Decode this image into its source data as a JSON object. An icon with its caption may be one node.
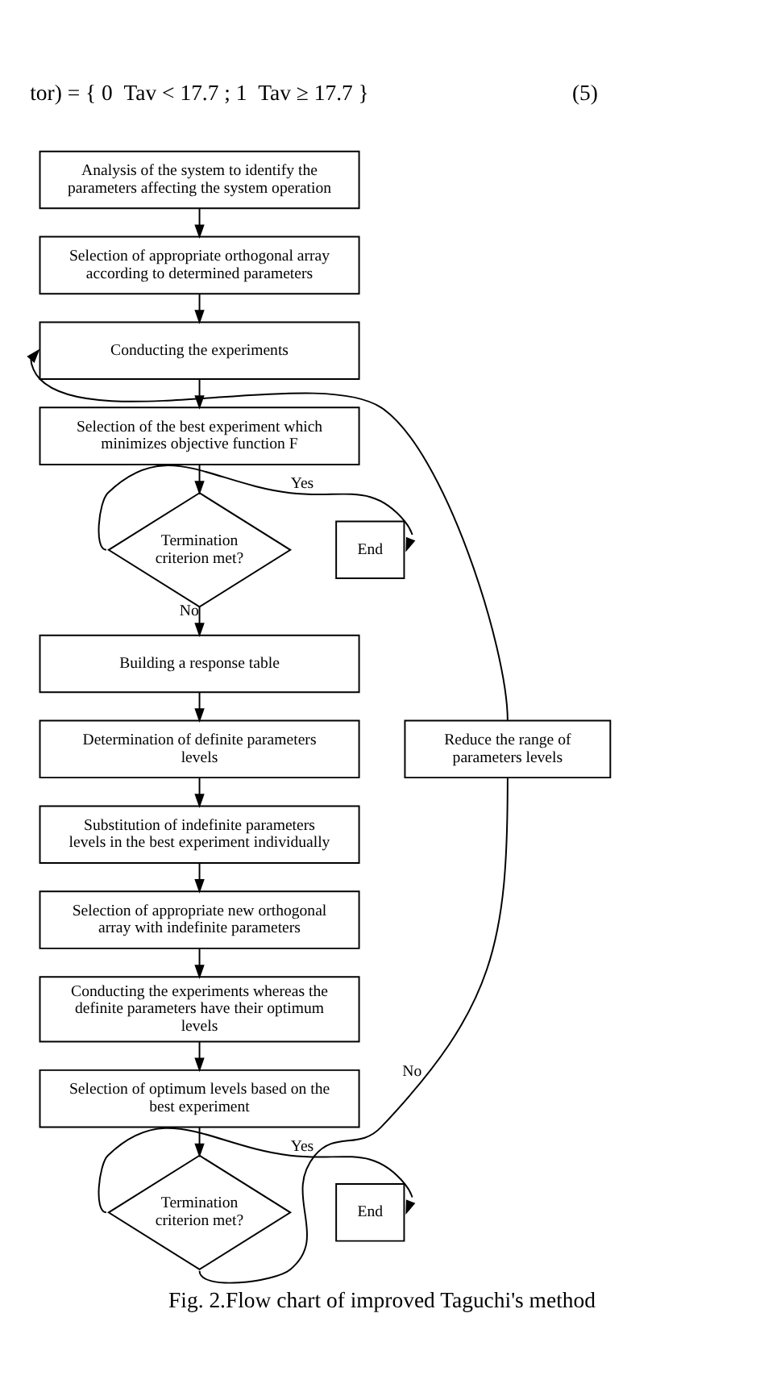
{
  "diagram": {
    "caption": "Fig. 2.Flow chart of improved Taguchi's method",
    "nodes": [
      {
        "text": [
          "Analysis of the system to identify the parameters affecting the system operation"
        ]
      },
      {
        "text": [
          "Selection of appropriate orthogonal array according to determined parameters"
        ]
      },
      {
        "text": [
          "Conducting the experiments"
        ]
      },
      {
        "text": [
          "Selection of the best experiment which minimizes objective function F"
        ]
      },
      {
        "text": [
          "Termination criterion met?"
        ]
      },
      {
        "text": [
          "End"
        ]
      },
      {
        "text": [
          "Building a response table"
        ]
      },
      {
        "text": [
          "Determination of definite parameters levels"
        ]
      },
      {
        "text": [
          "Substitution of indefinite parameters levels in the best experiment individually"
        ]
      },
      {
        "text": [
          "Selection of appropriate new orthogonal array with indefinite parameters"
        ]
      },
      {
        "text": [
          "Conducting the experiments whereas the definite parameters have their optimum levels"
        ]
      },
      {
        "text": [
          "Selection of optimum levels based on the best experiment"
        ]
      },
      {
        "text": [
          "Termination criterion met?"
        ]
      },
      {
        "text": [
          "End"
        ]
      },
      {
        "text": [
          "Reduce the range of parameters levels"
        ]
      }
    ],
    "edges": [
      {
        "from": 0,
        "to": 1,
        "arrow": "to"
      },
      {
        "from": 1,
        "to": 2,
        "arrow": "to"
      },
      {
        "from": 2,
        "to": 3,
        "arrow": "to"
      },
      {
        "from": 3,
        "to": 4,
        "arrow": "to"
      },
      {
        "from": 4,
        "to": 5,
        "label": "Yes",
        "arrow": "to"
      },
      {
        "from": 4,
        "to": 6,
        "label": "No",
        "arrow": "to"
      },
      {
        "from": 6,
        "to": 7,
        "arrow": "to"
      },
      {
        "from": 7,
        "to": 8,
        "arrow": "to"
      },
      {
        "from": 8,
        "to": 9,
        "arrow": "to"
      },
      {
        "from": 9,
        "to": 10,
        "arrow": "to"
      },
      {
        "from": 10,
        "to": 11,
        "arrow": "to"
      },
      {
        "from": 11,
        "to": 12,
        "arrow": "to"
      },
      {
        "from": 12,
        "to": 13,
        "label": "Yes",
        "arrow": "to"
      },
      {
        "from": 12,
        "to": 14,
        "label": "No",
        "arrow": "none"
      },
      {
        "from": 14,
        "to": 2,
        "arrow": "to"
      }
    ],
    "labels": [
      "tor) = { 0  Tav < 17.7 ; 1  Tav ≥ 17.7 }",
      "(5)"
    ]
  }
}
